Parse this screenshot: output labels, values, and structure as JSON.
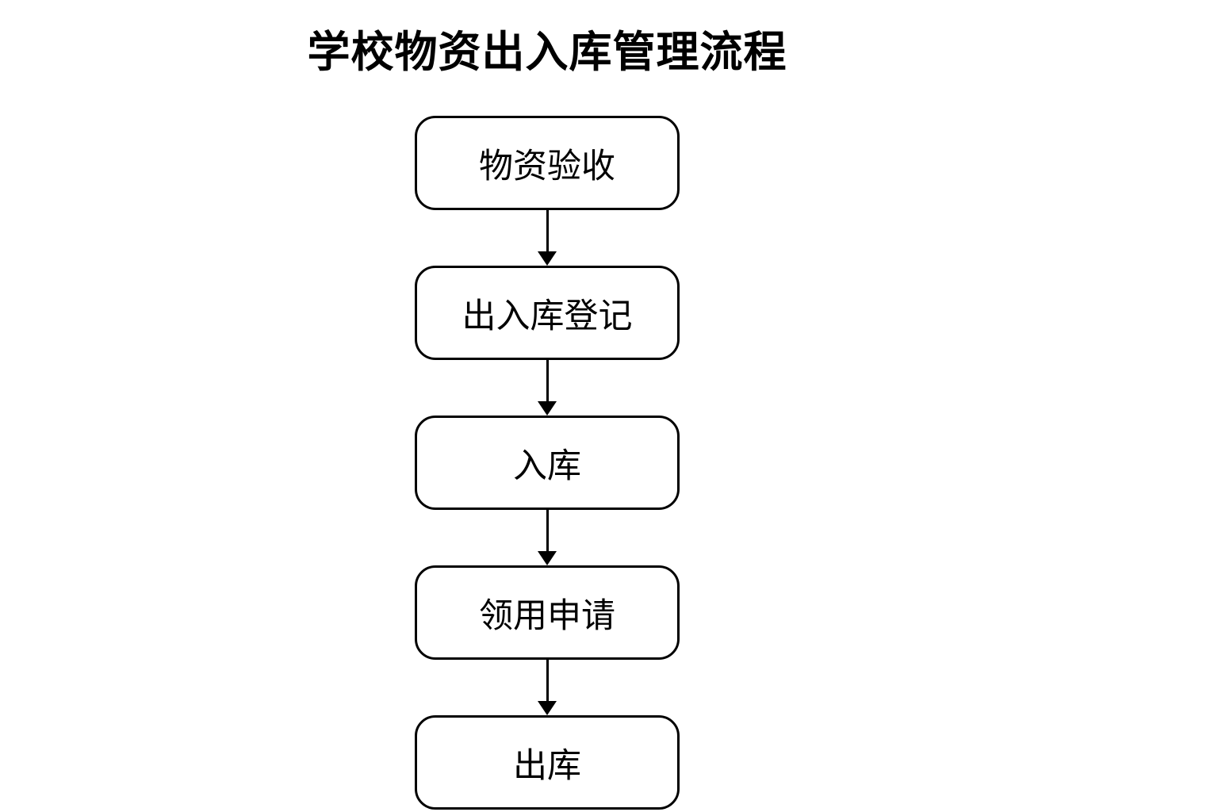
{
  "page": {
    "background_color": "#ffffff",
    "foreground_color": "#000000"
  },
  "diagram": {
    "title": "学校物资出入库管理流程",
    "type": "flowchart",
    "direction": "top-to-bottom",
    "steps": [
      {
        "label": "物资验收"
      },
      {
        "label": "出入库登记"
      },
      {
        "label": "入库"
      },
      {
        "label": "领用申请"
      },
      {
        "label": "出库"
      }
    ],
    "connections": [
      {
        "from": "物资验收",
        "to": "出入库登记",
        "style": "arrow-down"
      },
      {
        "from": "出入库登记",
        "to": "入库",
        "style": "arrow-down"
      },
      {
        "from": "入库",
        "to": "领用申请",
        "style": "arrow-down"
      },
      {
        "from": "领用申请",
        "to": "出库",
        "style": "arrow-down"
      }
    ]
  }
}
